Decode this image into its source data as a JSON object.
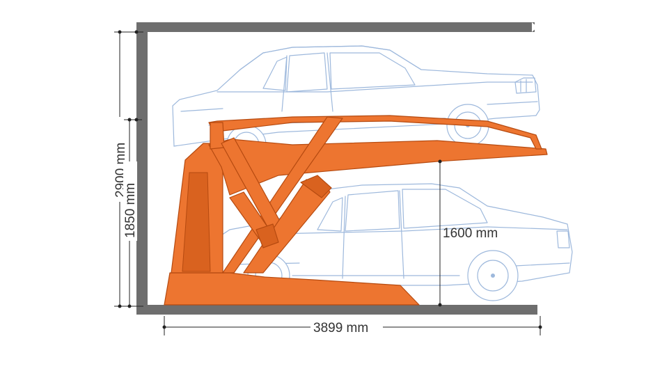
{
  "dimensions": {
    "total_height": "2900 mm",
    "upper_height": "1850 mm",
    "clearance": "1600 mm",
    "length": "3899 mm"
  },
  "colors": {
    "wall": "#6e6e6e",
    "lift": "#ed7530",
    "car_outline": "#9db8dc",
    "dimension_line": "#222222"
  }
}
